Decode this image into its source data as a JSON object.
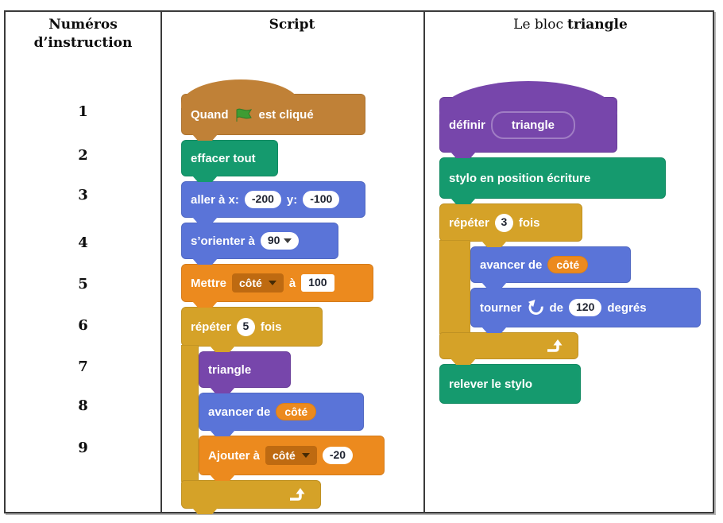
{
  "table": {
    "headers": {
      "col1_line1": "Numéros",
      "col1_line2": "d’instruction",
      "col2": "Script",
      "col3_prefix": "Le bloc",
      "col3_bold": "triangle"
    },
    "instruction_numbers": [
      "1",
      "2",
      "3",
      "4",
      "5",
      "6",
      "7",
      "8",
      "9"
    ]
  },
  "script": {
    "when": {
      "label_before": "Quand",
      "label_after": "est cliqué"
    },
    "erase_all": {
      "label": "effacer tout"
    },
    "goto": {
      "label_x": "aller à x:",
      "x": "-200",
      "label_y": "y:",
      "y": "-100"
    },
    "orient": {
      "label": "s’orienter à",
      "value": "90"
    },
    "set_var": {
      "label_set": "Mettre",
      "variable": "côté",
      "label_to": "à",
      "value": "100"
    },
    "repeat": {
      "label_repeat": "répéter",
      "count": "5",
      "label_times": "fois"
    },
    "call": {
      "label": "triangle"
    },
    "move": {
      "label": "avancer de",
      "variable": "côté"
    },
    "change_var": {
      "label": "Ajouter à",
      "variable": "côté",
      "value": "-20"
    }
  },
  "definition": {
    "define": {
      "label": "définir",
      "name": "triangle"
    },
    "pen_down": {
      "label": "stylo en position écriture"
    },
    "repeat": {
      "label_repeat": "répéter",
      "count": "3",
      "label_times": "fois"
    },
    "move": {
      "label": "avancer de",
      "variable": "côté"
    },
    "turn": {
      "label_turn": "tourner",
      "label_of": "de",
      "value": "120",
      "label_degrees": "degrés"
    },
    "pen_up": {
      "label": "relever le stylo"
    }
  },
  "icons": {
    "flag": "green-flag",
    "turn": "turn-counterclockwise-arrow",
    "loop": "loop-repeat-arrow",
    "dropdown": "dropdown-arrow"
  },
  "colors": {
    "hat_brown": "#C08137",
    "pen_green": "#159A6E",
    "motion_blue": "#5A74D8",
    "variable_orange": "#EC8A1E",
    "dropdown_orange": "#BE6A11",
    "control_gold": "#D5A228",
    "custom_purple": "#7746AB",
    "table_line": "#3a3a3a",
    "block_text": "#ffffff",
    "input_text": "#1e2330",
    "flag_green": "#3E9C33"
  }
}
